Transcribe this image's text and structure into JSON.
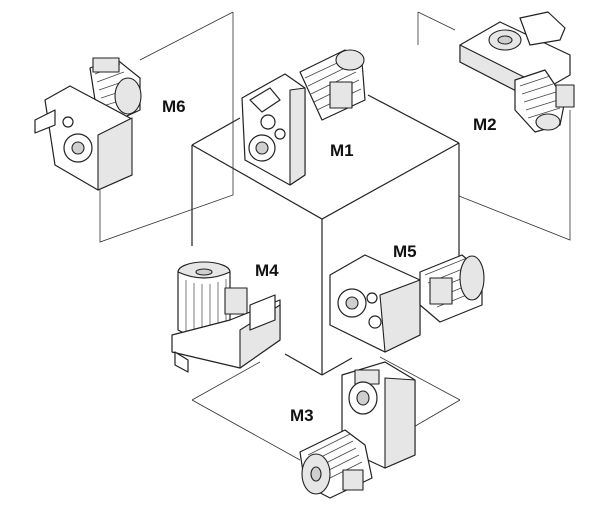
{
  "labels": {
    "m1": "M1",
    "m2": "M2",
    "m3": "M3",
    "m4": "M4",
    "m5": "M5",
    "m6": "M6"
  }
}
